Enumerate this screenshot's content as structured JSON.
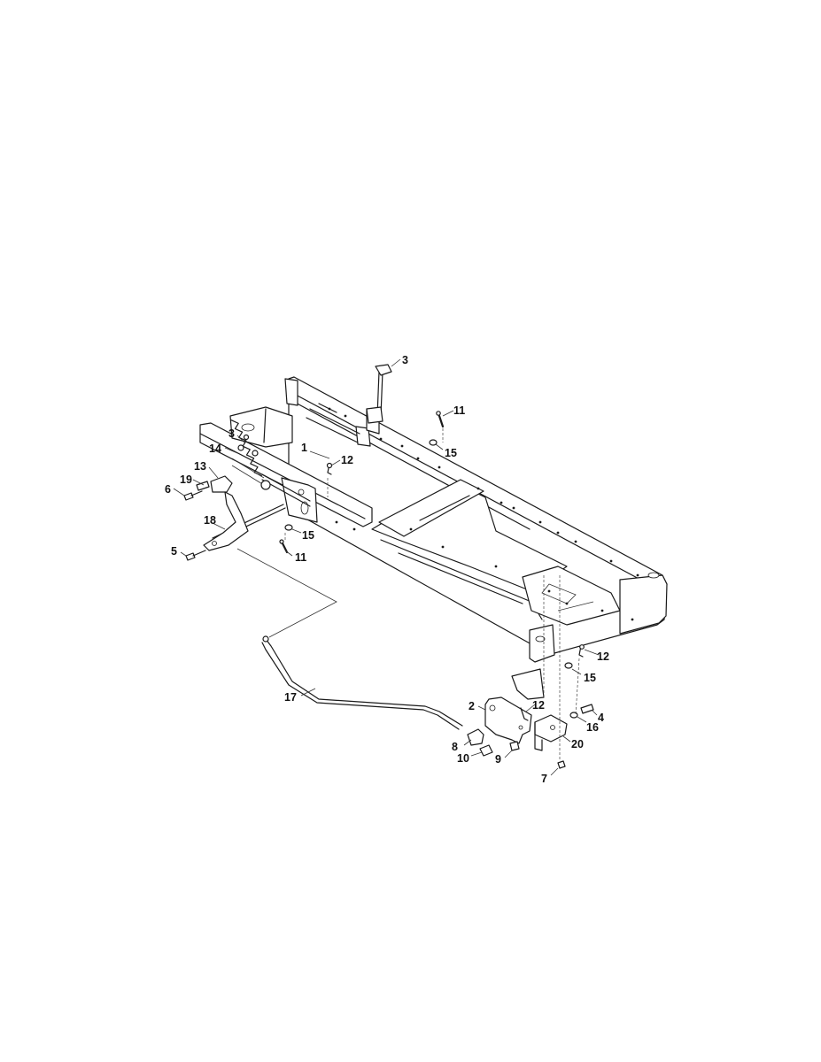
{
  "callouts": {
    "c1": "1",
    "c2": "2",
    "c3a": "3",
    "c3b": "3",
    "c4": "4",
    "c5": "5",
    "c6": "6",
    "c7": "7",
    "c8": "8",
    "c9": "9",
    "c10": "10",
    "c11a": "11",
    "c11b": "11",
    "c12a": "12",
    "c12b": "12",
    "c12c": "12",
    "c13": "13",
    "c14": "14",
    "c15a": "15",
    "c15b": "15",
    "c15c": "15",
    "c16": "16",
    "c17": "17",
    "c18": "18",
    "c19": "19",
    "c20": "20"
  }
}
